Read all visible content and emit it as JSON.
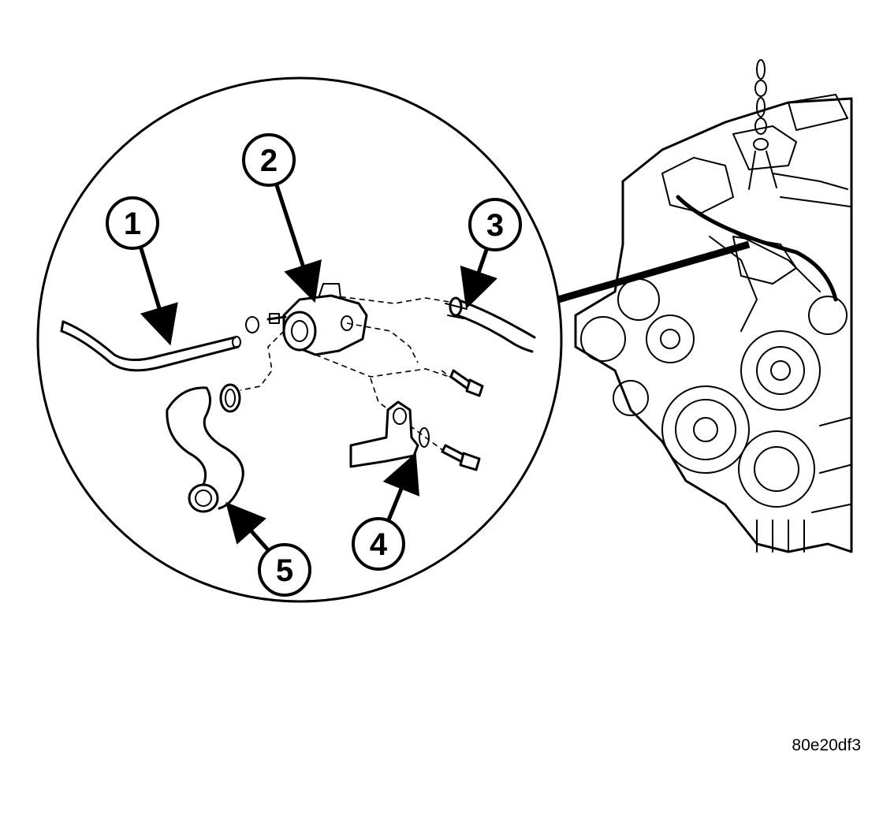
{
  "figure": {
    "id": "80e20df3",
    "callouts": [
      {
        "number": "1",
        "part": "hose"
      },
      {
        "number": "2",
        "part": "valve"
      },
      {
        "number": "3",
        "part": "hose-with-clamp"
      },
      {
        "number": "4",
        "part": "mounting-bracket"
      },
      {
        "number": "5",
        "part": "hose"
      }
    ]
  }
}
